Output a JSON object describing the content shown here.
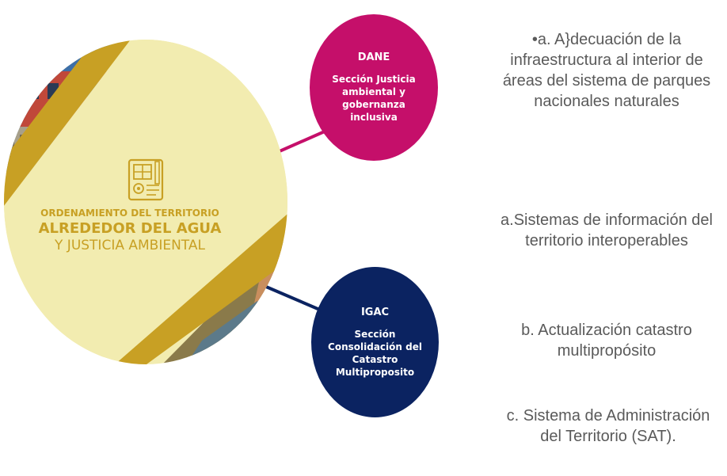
{
  "main": {
    "icon": "blueprint-document-icon",
    "line1": "ORDENAMIENTO DEL TERRITORIO",
    "line2": "ALREDEDOR DEL AGUA",
    "line3": "Y JUSTICIA AMBIENTAL"
  },
  "dane": {
    "title": "DANE",
    "subtitle": "Sección Justicia ambiental y gobernanza inclusiva",
    "color": "#c50f6a"
  },
  "igac": {
    "title": "IGAC",
    "subtitle": "Sección Consolidación del Catastro Multiproposito",
    "color": "#0b2361"
  },
  "texts": {
    "item1": "•a. A}decuación de la infraestructura al interior de áreas del sistema de parques nacionales naturales",
    "item2": "a.Sistemas de información del territorio interoperables",
    "item3": "b. Actualización catastro multipropósito",
    "item4": "c. Sistema de Administración del Territorio (SAT)."
  }
}
